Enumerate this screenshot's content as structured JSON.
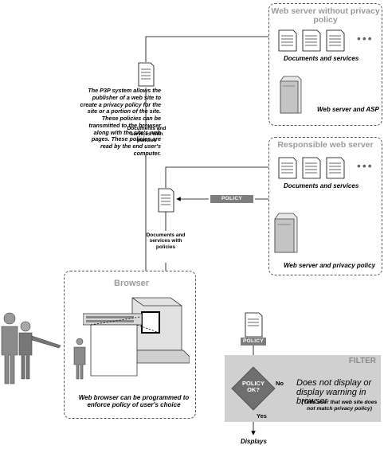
{
  "note": "The P3P system allows the publisher of a web site to create a privacy policy for the site or a portion of the site. These policies can be transmitted to the browser along with the site's web pages. These policies are read by the end user's computer.",
  "server_top": {
    "title": "Web server without privacy policy",
    "docs_label": "Documents and services",
    "server_label": "Web server and ASP"
  },
  "server_bottom": {
    "title": "Responsible web server",
    "docs_label": "Documents and services",
    "server_label": "Web server and privacy policy"
  },
  "transit_top": "Documents and services with policies",
  "transit_mid": "Documents and services with policies",
  "policy_tag": "POLICY",
  "browser": {
    "title": "Browser",
    "caption": "Web browser can be programmed to enforce policy of user's choice"
  },
  "filter": {
    "title": "FILTER",
    "policy_tag": "POLICY",
    "decision": "POLICY OK?",
    "no_label": "No",
    "yes_label": "Yes",
    "reject_text": "Does not display or display warning in browser",
    "reject_note": "(Tells user that web site does not match privacy policy)",
    "accept_text": "Displays"
  },
  "colors": {
    "accent_gray": "#9a9a9a",
    "tag_fill": "#7d7d7d",
    "filter_fill": "#d0d0d0"
  },
  "icons": [
    "document-icon",
    "server-tower-icon",
    "computer-icon",
    "person-icon",
    "ellipsis-icon"
  ]
}
